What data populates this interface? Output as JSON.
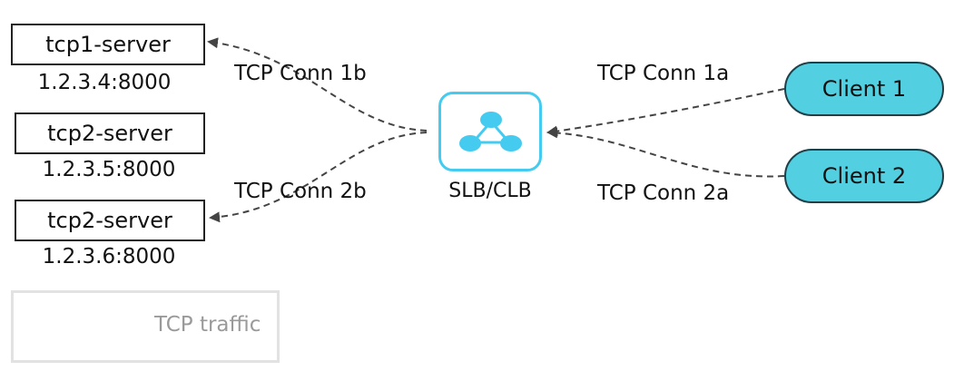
{
  "servers": [
    {
      "name": "tcp1-server",
      "address": "1.2.3.4:8000"
    },
    {
      "name": "tcp2-server",
      "address": "1.2.3.5:8000"
    },
    {
      "name": "tcp2-server",
      "address": "1.2.3.6:8000"
    }
  ],
  "balancer": {
    "label": "SLB/CLB",
    "icon": "network-topology-icon",
    "accent": "#46cbf0"
  },
  "clients": [
    {
      "label": "Client 1"
    },
    {
      "label": "Client 2"
    }
  ],
  "connections": {
    "conn_1b": "TCP Conn 1b",
    "conn_2b": "TCP Conn 2b",
    "conn_1a": "TCP Conn 1a",
    "conn_2a": "TCP Conn 2a"
  },
  "legend": {
    "label": "TCP traffic"
  },
  "colors": {
    "client_fill": "#52cfe0",
    "client_border": "#1f3f49",
    "slb_border": "#46cbf0",
    "slb_icon": "#46cbf0",
    "line": "#444444",
    "legend": "#9a9a9a"
  }
}
